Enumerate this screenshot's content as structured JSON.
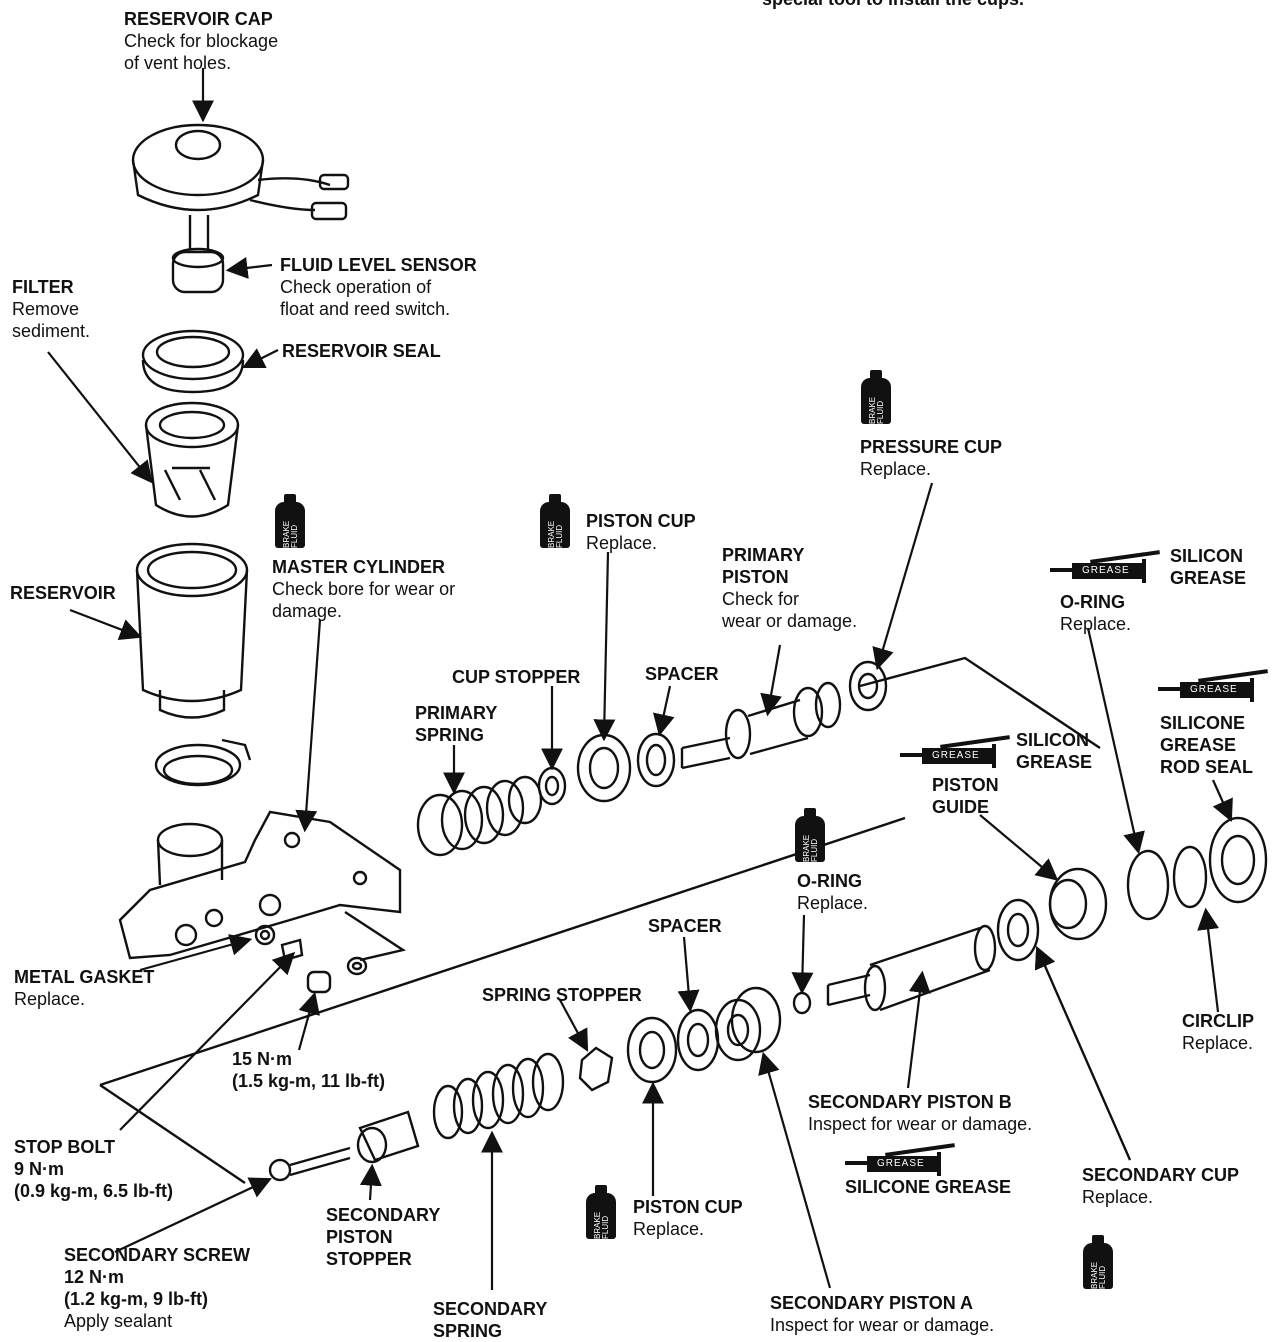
{
  "top_text": "special tool to install the cups.",
  "labels": {
    "reservoir_cap": {
      "title": "RESERVOIR CAP",
      "lines": [
        "Check for blockage",
        "of vent holes."
      ]
    },
    "fluid_level_sensor": {
      "title": "FLUID LEVEL SENSOR",
      "lines": [
        "Check operation of",
        "float and reed switch."
      ]
    },
    "filter": {
      "title": "FILTER",
      "lines": [
        "Remove",
        "sediment."
      ]
    },
    "reservoir_seal": {
      "title": "RESERVOIR SEAL"
    },
    "reservoir": {
      "title": "RESERVOIR"
    },
    "master_cylinder": {
      "title": "MASTER CYLINDER",
      "lines": [
        "Check bore for wear or",
        "damage."
      ]
    },
    "pressure_cup": {
      "title": "PRESSURE CUP",
      "lines": [
        "Replace."
      ]
    },
    "piston_cup_top": {
      "title": "PISTON CUP",
      "lines": [
        "Replace."
      ]
    },
    "primary_piston": {
      "title_lines": [
        "PRIMARY",
        "PISTON"
      ],
      "lines": [
        "Check for",
        "wear or damage."
      ]
    },
    "silicon_grease_top": {
      "title_lines": [
        "SILICON",
        "GREASE"
      ]
    },
    "o_ring_top": {
      "title": "O-RING",
      "lines": [
        "Replace."
      ]
    },
    "cup_stopper": {
      "title": "CUP STOPPER"
    },
    "spacer_top": {
      "title": "SPACER"
    },
    "primary_spring": {
      "title_lines": [
        "PRIMARY",
        "SPRING"
      ]
    },
    "silicone_grease_rod_seal": {
      "title_lines": [
        "SILICONE",
        "GREASE",
        "ROD SEAL"
      ]
    },
    "silicon_grease_mid": {
      "title_lines": [
        "SILICON",
        "GREASE"
      ]
    },
    "piston_guide": {
      "title_lines": [
        "PISTON",
        "GUIDE"
      ]
    },
    "o_ring_mid": {
      "title": "O-RING",
      "lines": [
        "Replace."
      ]
    },
    "spacer_bottom": {
      "title": "SPACER"
    },
    "spring_stopper": {
      "title": "SPRING STOPPER"
    },
    "metal_gasket": {
      "title": "METAL GASKET",
      "lines": [
        "Replace."
      ]
    },
    "torque_15": {
      "title": "15 N·m",
      "lines": [
        "(1.5 kg-m, 11 lb-ft)"
      ]
    },
    "circlip": {
      "title": "CIRCLIP",
      "lines": [
        "Replace."
      ]
    },
    "stop_bolt": {
      "title_lines": [
        "STOP BOLT",
        "9 N·m",
        "(0.9 kg-m, 6.5 lb-ft)"
      ]
    },
    "secondary_piston_b": {
      "title": "SECONDARY PISTON B",
      "lines": [
        "Inspect for wear or damage."
      ]
    },
    "silicone_grease_bottom": {
      "title": "SILICONE GREASE"
    },
    "secondary_cup": {
      "title": "SECONDARY CUP",
      "lines": [
        "Replace."
      ]
    },
    "piston_cup_bottom": {
      "title": "PISTON CUP",
      "lines": [
        "Replace."
      ]
    },
    "secondary_piston_stopper": {
      "title_lines": [
        "SECONDARY",
        "PISTON",
        "STOPPER"
      ]
    },
    "secondary_screw": {
      "title_lines": [
        "SECONDARY SCREW",
        "12 N·m",
        "(1.2 kg-m, 9 lb-ft)"
      ],
      "lines": [
        "Apply sealant"
      ]
    },
    "secondary_spring": {
      "title_lines": [
        "SECONDARY",
        "SPRING"
      ]
    },
    "secondary_piston_a": {
      "title": "SECONDARY PISTON A",
      "lines": [
        "Inspect for wear or damage."
      ]
    }
  },
  "icons": {
    "brake_fluid_text": "BRAKE FLUID",
    "grease_text": "GREASE"
  }
}
